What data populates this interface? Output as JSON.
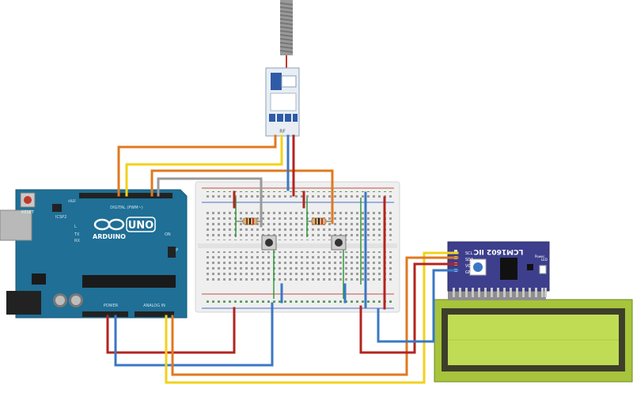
{
  "arduino": {
    "brand": "ARDUINO",
    "model": "UNO",
    "reset_label": "RESET",
    "digital_label": "DIGITAL (PWM~)",
    "power_label": "POWER",
    "analog_label": "ANALOG IN",
    "tx_label": "TX",
    "rx_label": "RX",
    "l_label": "L",
    "on_label": "ON",
    "icsp_label": "ICSP",
    "icsp2_label": "ICSP2",
    "aref_label": "AREF"
  },
  "lcd_module": {
    "model_label": "LCM1602 IIC",
    "pins": [
      "SCL",
      "SDA",
      "VCC",
      "GND"
    ],
    "led_label": "LED",
    "power_label": "Power"
  },
  "rf_module": {
    "label": "RF"
  },
  "colors": {
    "board": "#1f6f96",
    "breadboard": "#efefef",
    "lcd_screen": "#a7c43c",
    "lcd_backing": "#3d3f8c",
    "wire_orange": "#e0791f",
    "wire_yellow": "#f2d21a",
    "wire_red": "#b3241f",
    "wire_blue": "#3a78c4",
    "wire_gray": "#9a9a9a",
    "wire_green": "#2f9a3a"
  }
}
